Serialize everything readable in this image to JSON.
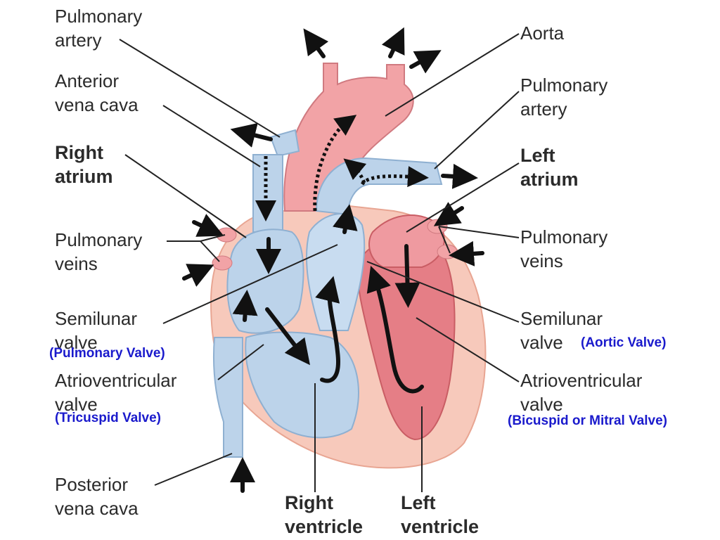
{
  "diagram": {
    "labels": {
      "pulmonary_artery_left": "Pulmonary\nartery",
      "anterior_vena_cava": "Anterior\nvena cava",
      "right_atrium": "Right\natrium",
      "pulmonary_veins_left": "Pulmonary\nveins",
      "semilunar_valve_left": "Semilunar\nvalve",
      "atrioventricular_valve_left": "Atrioventricular\nvalve",
      "posterior_vena_cava": "Posterior\nvena cava",
      "right_ventricle": "Right\nventricle",
      "left_ventricle": "Left\nventricle",
      "aorta": "Aorta",
      "pulmonary_artery_right": "Pulmonary\nartery",
      "left_atrium": "Left\natrium",
      "pulmonary_veins_right": "Pulmonary\nveins",
      "semilunar_valve_right": "Semilunar\nvalve",
      "atrioventricular_valve_right": "Atrioventricular\nvalve"
    },
    "notes": {
      "pulmonary_valve": "(Pulmonary Valve)",
      "aortic_valve": "(Aortic Valve)",
      "tricuspid_valve": "(Tricuspid Valve)",
      "mitral_valve": "(Bicuspid or Mitral Valve)"
    },
    "colors": {
      "deoxygenated": "#bcd3ea",
      "oxygenated": "#f0a0a0",
      "muscle": "#f7c9bb",
      "label_text": "#2b2b2b",
      "note_text": "#1a1acc"
    }
  }
}
